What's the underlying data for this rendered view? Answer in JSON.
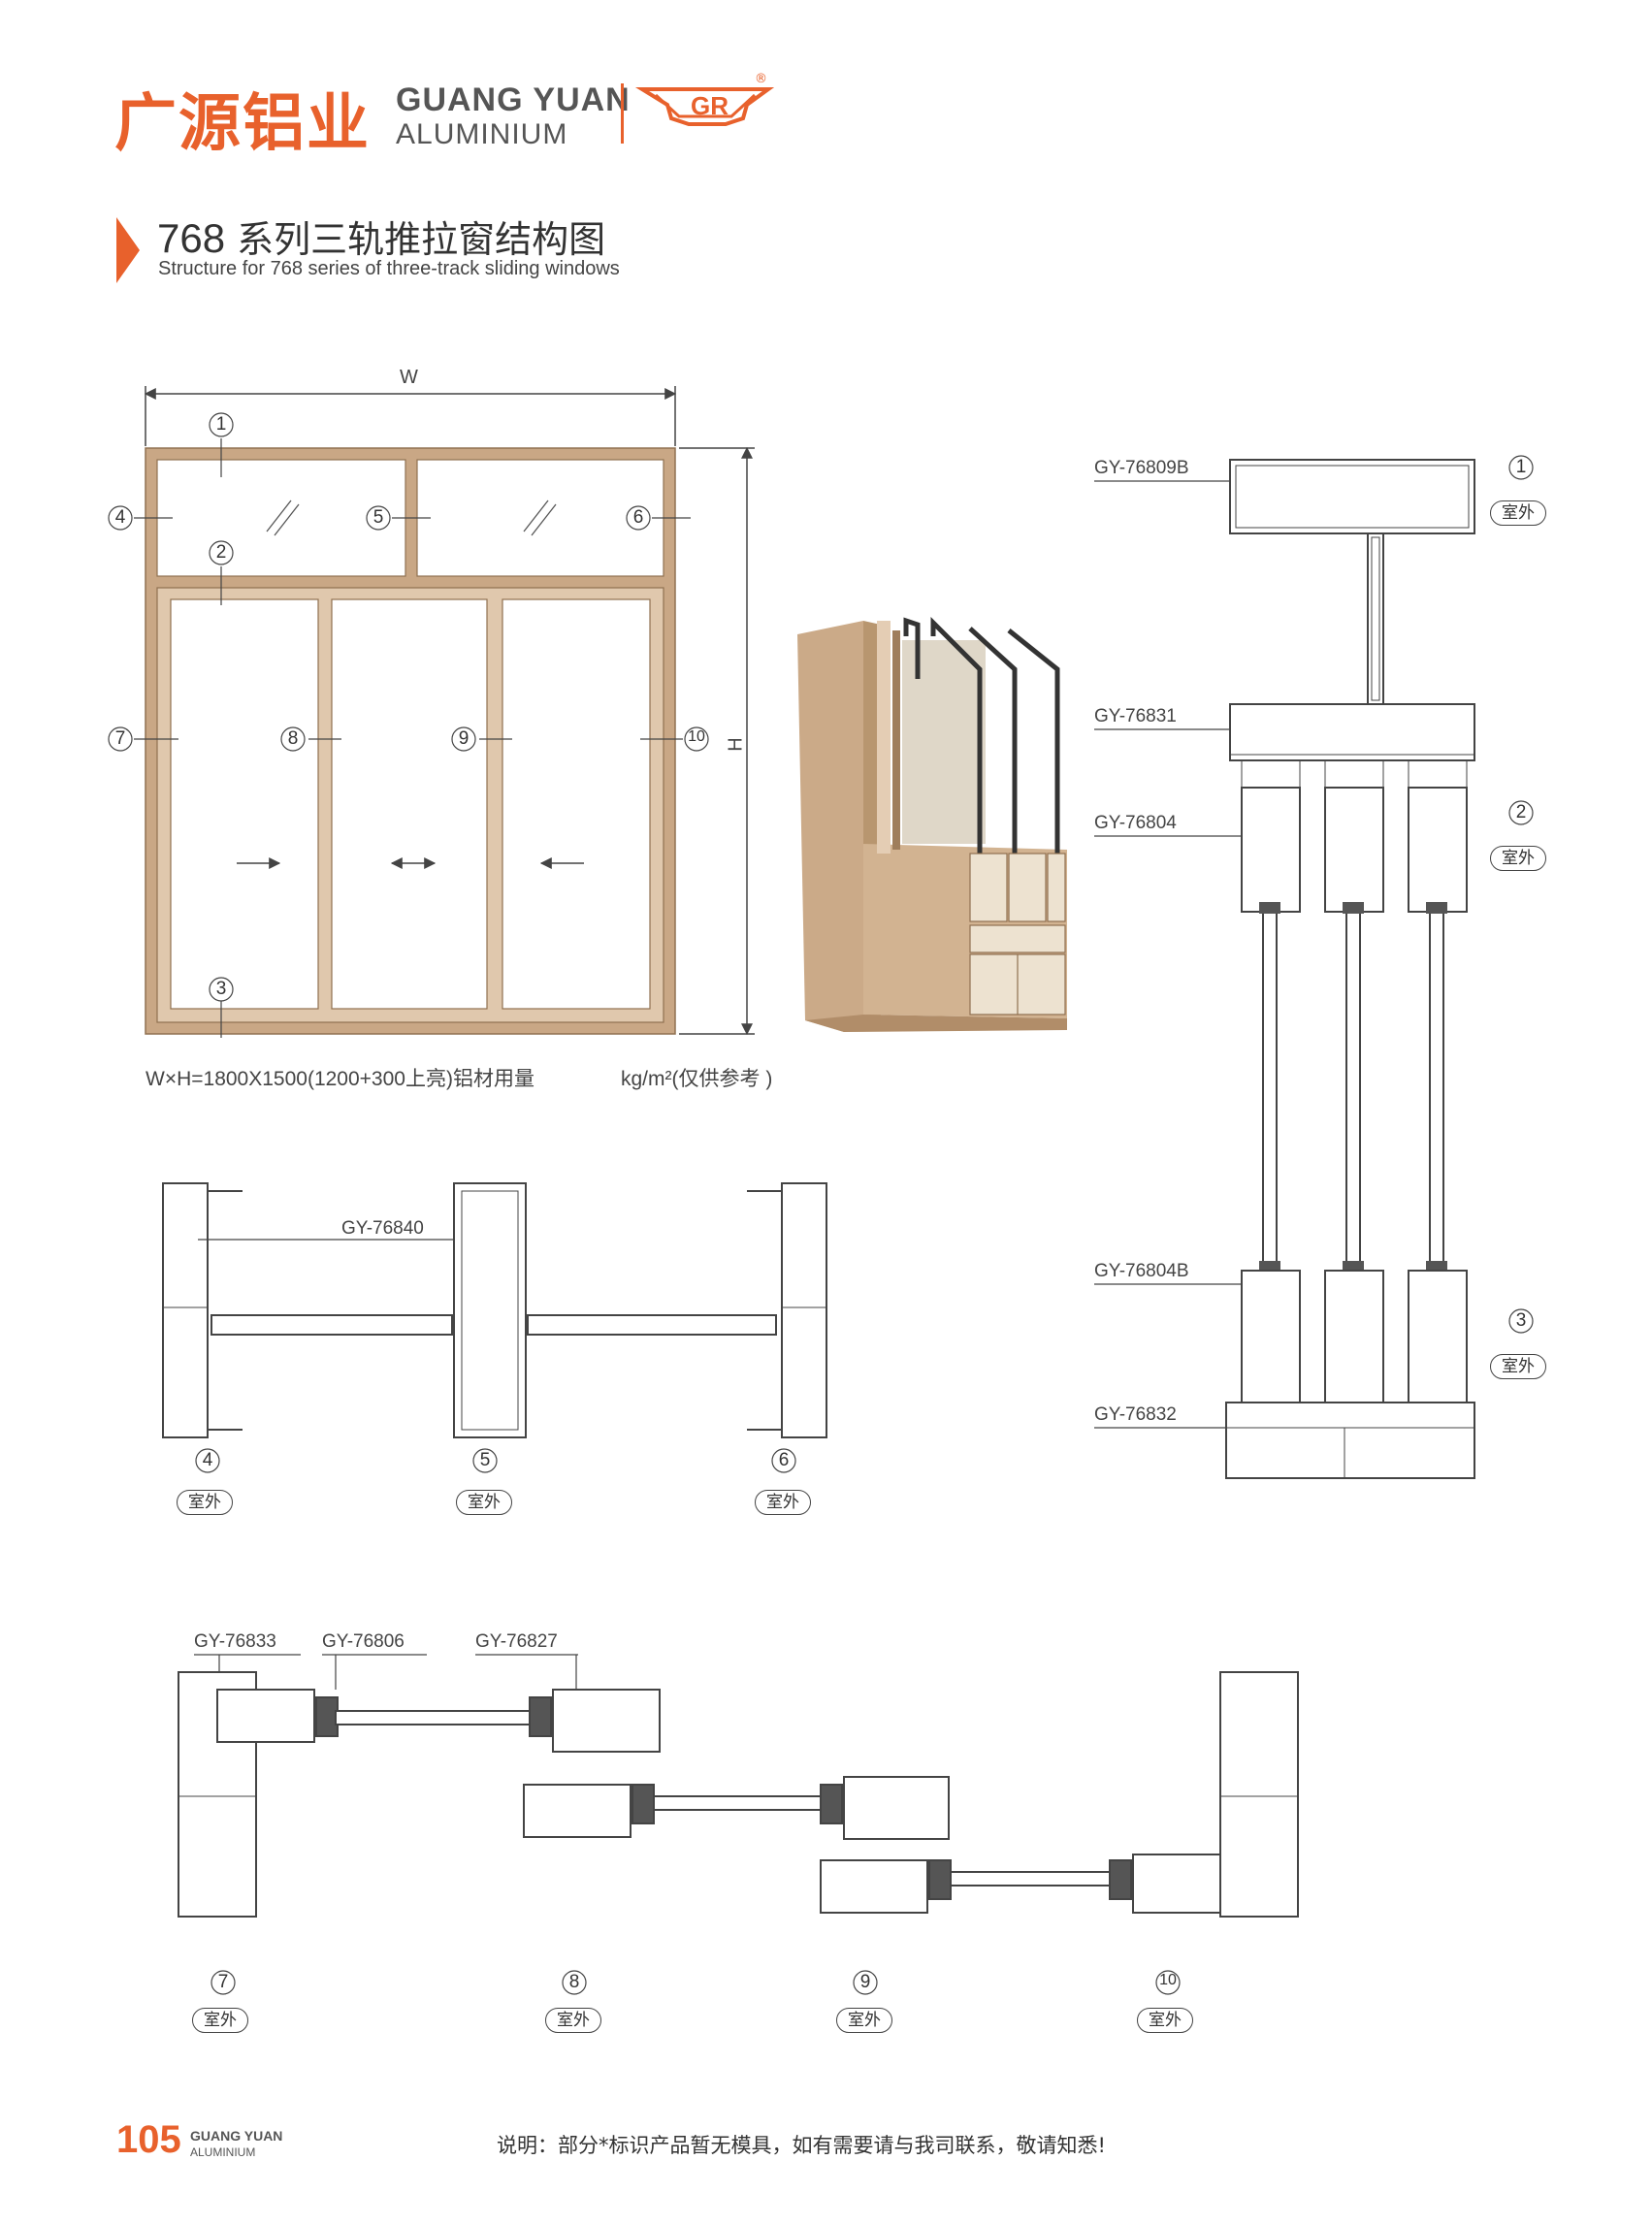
{
  "header": {
    "brand_cn": "广源铝业",
    "brand_en_line1": "GUANG YUAN",
    "brand_en_line2": "ALUMINIUM",
    "logo_text": "GR",
    "registered_mark": "®"
  },
  "title": {
    "number": "768",
    "cn": "系列三轨推拉窗结构图",
    "en": "Structure for 768 series of  three-track sliding windows"
  },
  "elevation": {
    "width_label": "W",
    "height_label": "H",
    "markers": [
      "1",
      "2",
      "3",
      "4",
      "5",
      "6",
      "7",
      "8",
      "9",
      "10"
    ],
    "caption_main": "W×H=1800X1500(1200+300上亮)铝材用量",
    "caption_unit": "kg/m²(仅供参考 )"
  },
  "outdoor_label": "室外",
  "section_right": {
    "codes": [
      "GY-76809B",
      "GY-76831",
      "GY-76804",
      "GY-76804B",
      "GY-76832"
    ],
    "markers": [
      "1",
      "2",
      "3"
    ]
  },
  "section_mid": {
    "code": "GY-76840",
    "markers": [
      "4",
      "5",
      "6"
    ]
  },
  "section_bottom": {
    "codes": [
      "GY-76833",
      "GY-76806",
      "GY-76827"
    ],
    "markers": [
      "7",
      "8",
      "9",
      "10"
    ]
  },
  "footer": {
    "page_number": "105",
    "brand_en_line1": "GUANG YUAN",
    "brand_en_line2": "ALUMINIUM",
    "note": "说明：部分*标识产品暂无模具，如有需要请与我司联系，敬请知悉!"
  },
  "colors": {
    "brand_orange": "#e8612c",
    "frame_bronze": "#c9a785",
    "frame_bronze_light": "#e0c8ad",
    "line": "#444444"
  }
}
